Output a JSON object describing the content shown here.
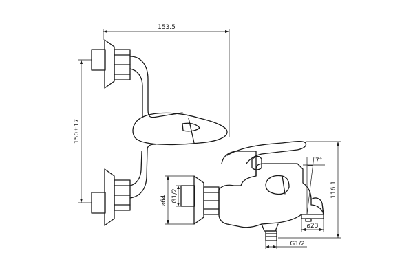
{
  "dimensions": {
    "width_total": "153.5",
    "height_spacing": "150±17",
    "height_side": "116.1",
    "angle": "7°",
    "diameter_body": "ø64",
    "thread_inlet": "G1/2",
    "diameter_outlet": "ø23",
    "thread_bottom": "G1/2"
  }
}
